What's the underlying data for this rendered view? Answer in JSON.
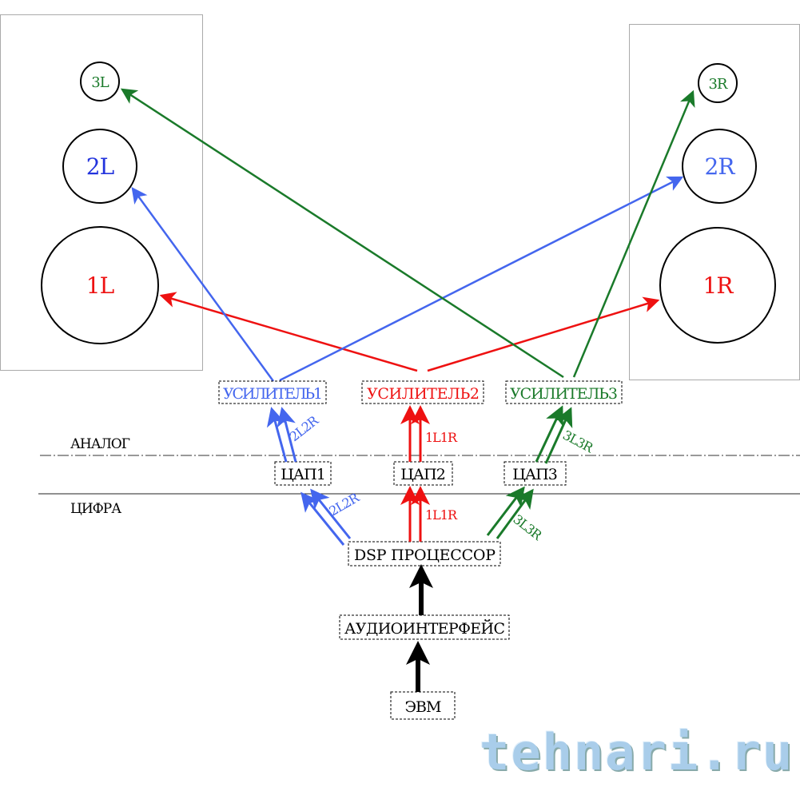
{
  "speakers": {
    "left": {
      "tweeter": "3L",
      "mid": "2L",
      "woofer": "1L"
    },
    "right": {
      "tweeter": "3R",
      "mid": "2R",
      "woofer": "1R"
    }
  },
  "amplifiers": [
    "УСИЛИТЕЛЬ1",
    "УСИЛИТЕЛЬ2",
    "УСИЛИТЕЛЬ3"
  ],
  "dacs": [
    "ЦАП1",
    "ЦАП2",
    "ЦАП3"
  ],
  "zones": {
    "analog": "АНАЛОГ",
    "digital": "ЦИФРА"
  },
  "channels": {
    "band1": "1L1R",
    "band2": "2L2R",
    "band3": "3L3R"
  },
  "dsp": "DSP ПРОЦЕССОР",
  "audio_interface": "АУДИОИНТЕРФЕЙС",
  "computer": "ЭВМ",
  "watermark": "tehnari.ru",
  "colors": {
    "red": "#ee1111",
    "blue": "#4466ee",
    "green": "#1a7a2a",
    "black": "#000000"
  }
}
